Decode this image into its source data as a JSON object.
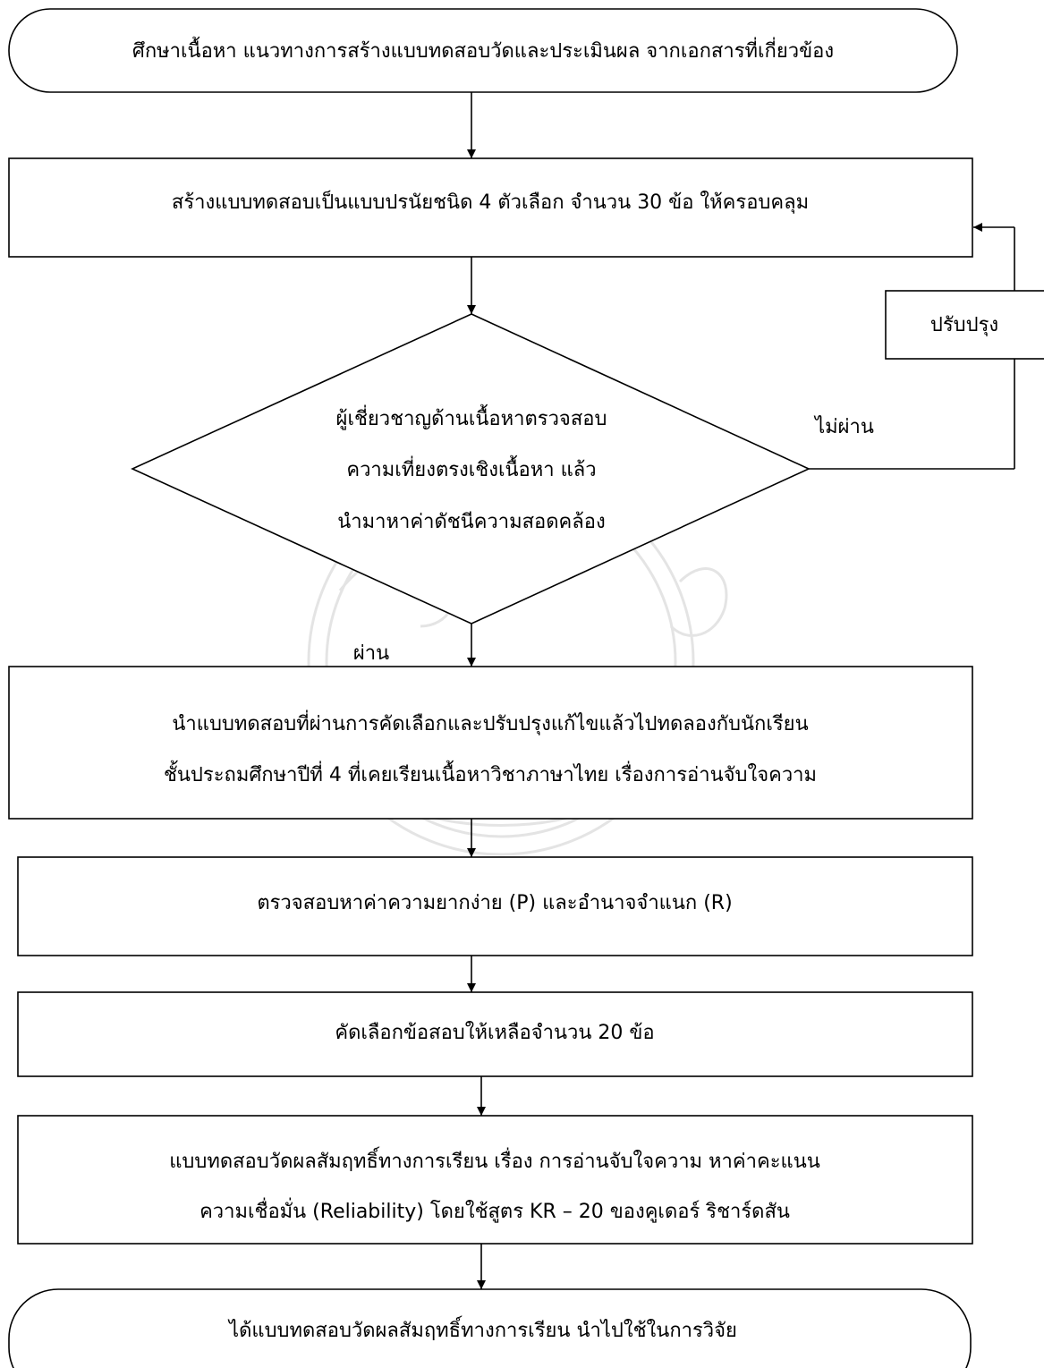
{
  "flowchart": {
    "start": "ศึกษาเนื้อหา แนวทางการสร้างแบบทดสอบวัดและประเมินผล จากเอกสารที่เกี่ยวข้อง",
    "step1": "สร้างแบบทดสอบเป็นแบบปรนัยชนิด 4 ตัวเลือก จำนวน 30 ข้อ ให้ครอบคลุม",
    "decision": {
      "line1": "ผู้เชี่ยวชาญด้านเนื้อหาตรวจสอบ",
      "line2": "ความเที่ยงตรงเชิงเนื้อหา แล้ว",
      "line3": "นำมาหาค่าดัชนีความสอดคล้อง",
      "fail_label": "ไม่ผ่าน",
      "pass_label": "ผ่าน"
    },
    "improve": "ปรับปรุง",
    "step2": {
      "line1": "นำแบบทดสอบที่ผ่านการคัดเลือกและปรับปรุงแก้ไขแล้วไปทดลองกับนักเรียน",
      "line2": "ชั้นประถมศึกษาปีที่ 4 ที่เคยเรียนเนื้อหาวิชาภาษาไทย เรื่องการอ่านจับใจความ"
    },
    "step3": "ตรวจสอบหาค่าความยากง่าย (P) และอำนาจจำแนก (R)",
    "step4": "คัดเลือกข้อสอบให้เหลือจำนวน 20 ข้อ",
    "step5": {
      "line1": "แบบทดสอบวัดผลสัมฤทธิ์ทางการเรียน เรื่อง การอ่านจับใจความ หาค่าคะแนน",
      "line2": "ความเชื่อมั่น (Reliability) โดยใช้สูตร KR – 20 ของคูเดอร์ ริชาร์ดสัน"
    },
    "end": "ได้แบบทดสอบวัดผลสัมฤทธิ์ทางการเรียน นำไปใช้ในการวิจัย"
  }
}
